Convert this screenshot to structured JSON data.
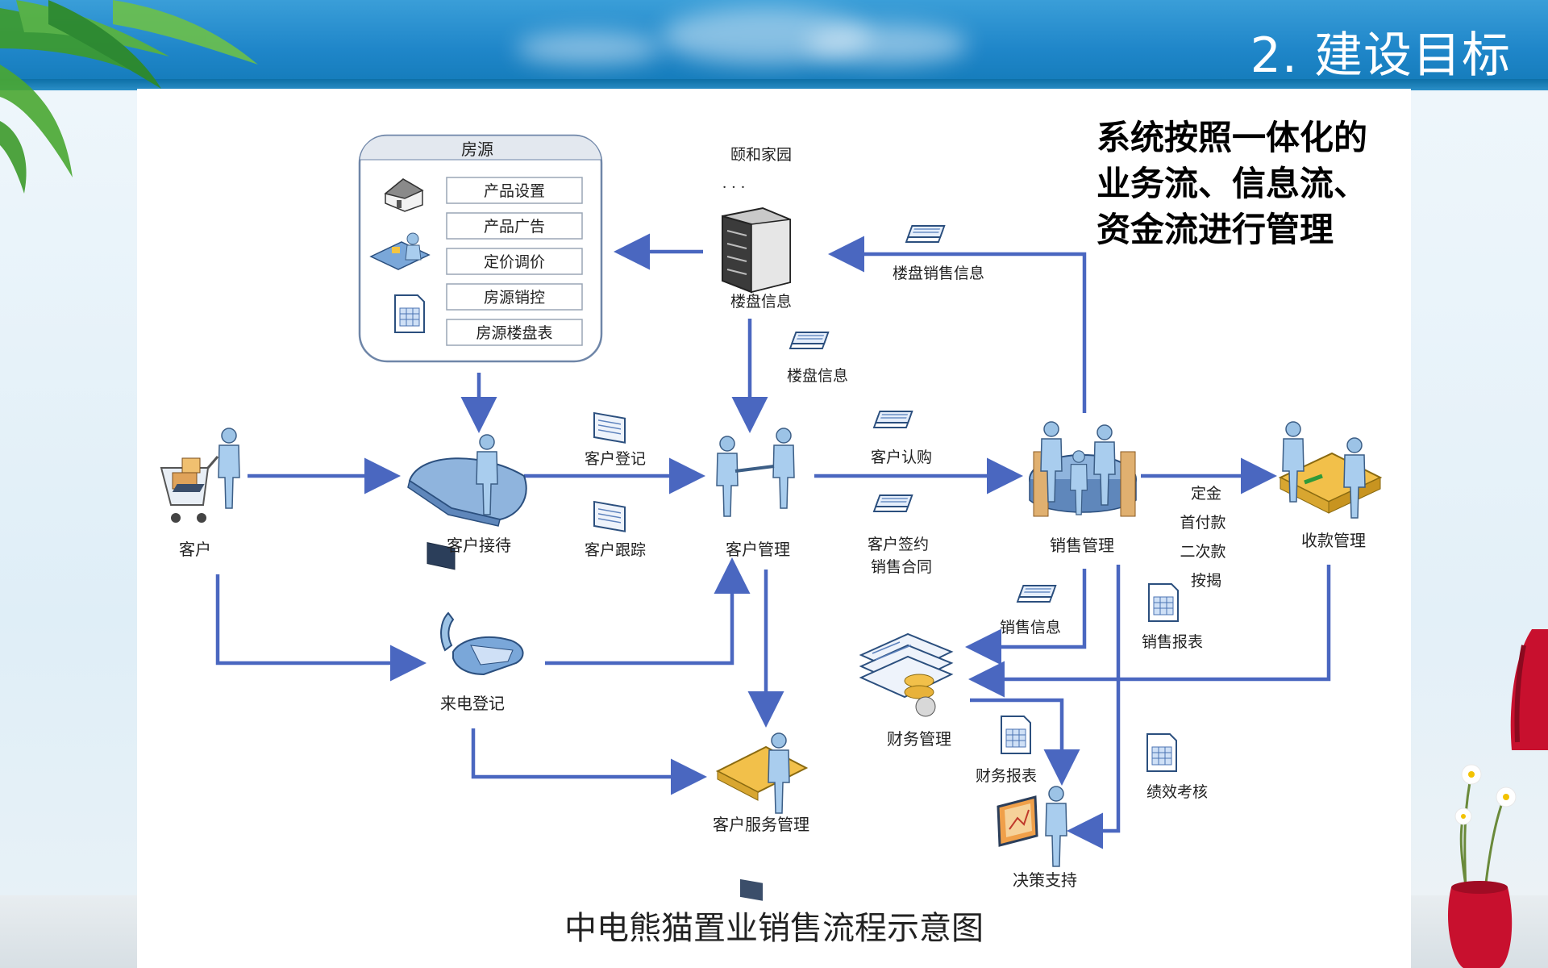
{
  "slide_title": "2. 建设目标",
  "callout": "系统按照一体化的业务流、信息流、资金流进行管理",
  "caption": "中电熊猫置业销售流程示意图",
  "colors": {
    "arrow": "#4a67c0",
    "sky": "#1f86c9"
  },
  "diagram": {
    "fangyuan_panel": {
      "title": "房源",
      "items": [
        "产品设置",
        "产品广告",
        "定价调价",
        "房源销控",
        "房源楼盘表"
      ]
    },
    "yihe_jiayuan": "颐和家园",
    "yihe_ellipsis": "· · ·",
    "nodes": {
      "loupan_info": "楼盘信息",
      "customer": "客户",
      "reception": "客户接待",
      "customer_mgmt": "客户管理",
      "sales_mgmt": "销售管理",
      "payment_mgmt": "收款管理",
      "phone_register": "来电登记",
      "service_mgmt": "客户服务管理",
      "finance_mgmt": "财务管理",
      "decision_support": "决策支持"
    },
    "edge_labels": {
      "loupan_sales_info": "楼盘销售信息",
      "loupan_info_down": "楼盘信息",
      "customer_register": "客户登记",
      "customer_track": "客户跟踪",
      "customer_subscribe": "客户认购",
      "customer_sign": "客户签约",
      "sales_contract": "销售合同",
      "deposit": "定金",
      "down_payment": "首付款",
      "second_payment": "二次款",
      "mortgage": "按揭",
      "sales_info": "销售信息",
      "sales_report": "销售报表",
      "finance_report": "财务报表",
      "performance": "绩效考核"
    }
  }
}
